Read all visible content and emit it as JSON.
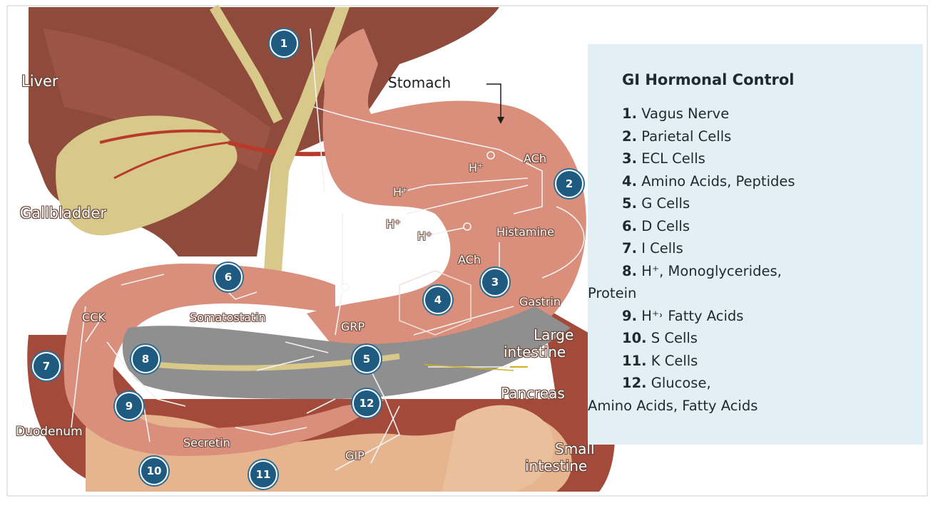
{
  "legend": {
    "title": "GI Hormonal Control",
    "items": [
      {
        "num": "1.",
        "text": "Vagus Nerve"
      },
      {
        "num": "2.",
        "text": "Parietal Cells"
      },
      {
        "num": "3.",
        "text": "ECL Cells"
      },
      {
        "num": "4.",
        "text": "Amino Acids, Peptides"
      },
      {
        "num": "5.",
        "text": "G Cells"
      },
      {
        "num": "6.",
        "text": "D Cells"
      },
      {
        "num": "7.",
        "text": "I Cells"
      },
      {
        "num": "8.",
        "text": "H⁺, Monoglycerides,",
        "cont": "Protein"
      },
      {
        "num": "9.",
        "text": "H⁺˒ Fatty Acids"
      },
      {
        "num": "10.",
        "text": "S Cells"
      },
      {
        "num": "11.",
        "text": "K Cells"
      },
      {
        "num": "12.",
        "text": "Glucose,",
        "cont": "Amino Acids, Fatty Acids"
      }
    ]
  },
  "labels": {
    "liver": "Liver",
    "stomach": "Stomach",
    "gallbladder": "Gallbladder",
    "duodenum": "Duodenum",
    "large_intestine_1": "Large",
    "large_intestine_2": "intestine",
    "pancreas": "Pancreas",
    "small_intestine_1": "Small",
    "small_intestine_2": "intestine"
  },
  "hormones": {
    "ach_top": "ACh",
    "ach_bottom": "ACh",
    "histamine": "Histamine",
    "gastrin": "Gastrin",
    "somatostatin": "Somatostatin",
    "grp": "GRP",
    "cck": "CCK",
    "secretin": "Secretin",
    "gip": "GIP",
    "h1": "H⁺",
    "h2": "H⁺",
    "h3": "H⁺",
    "h4": "H⁺"
  },
  "badges": [
    "1",
    "2",
    "3",
    "4",
    "5",
    "6",
    "7",
    "8",
    "9",
    "10",
    "11",
    "12"
  ],
  "colors": {
    "liver": "#8e4a3a",
    "stomach": "#d98f7c",
    "bile": "#d8c98a",
    "intestine": "#e3a98d",
    "pancreas_channel": "#8f8f8f",
    "badge": "#1f5a80",
    "panel": "#e2eff5"
  }
}
